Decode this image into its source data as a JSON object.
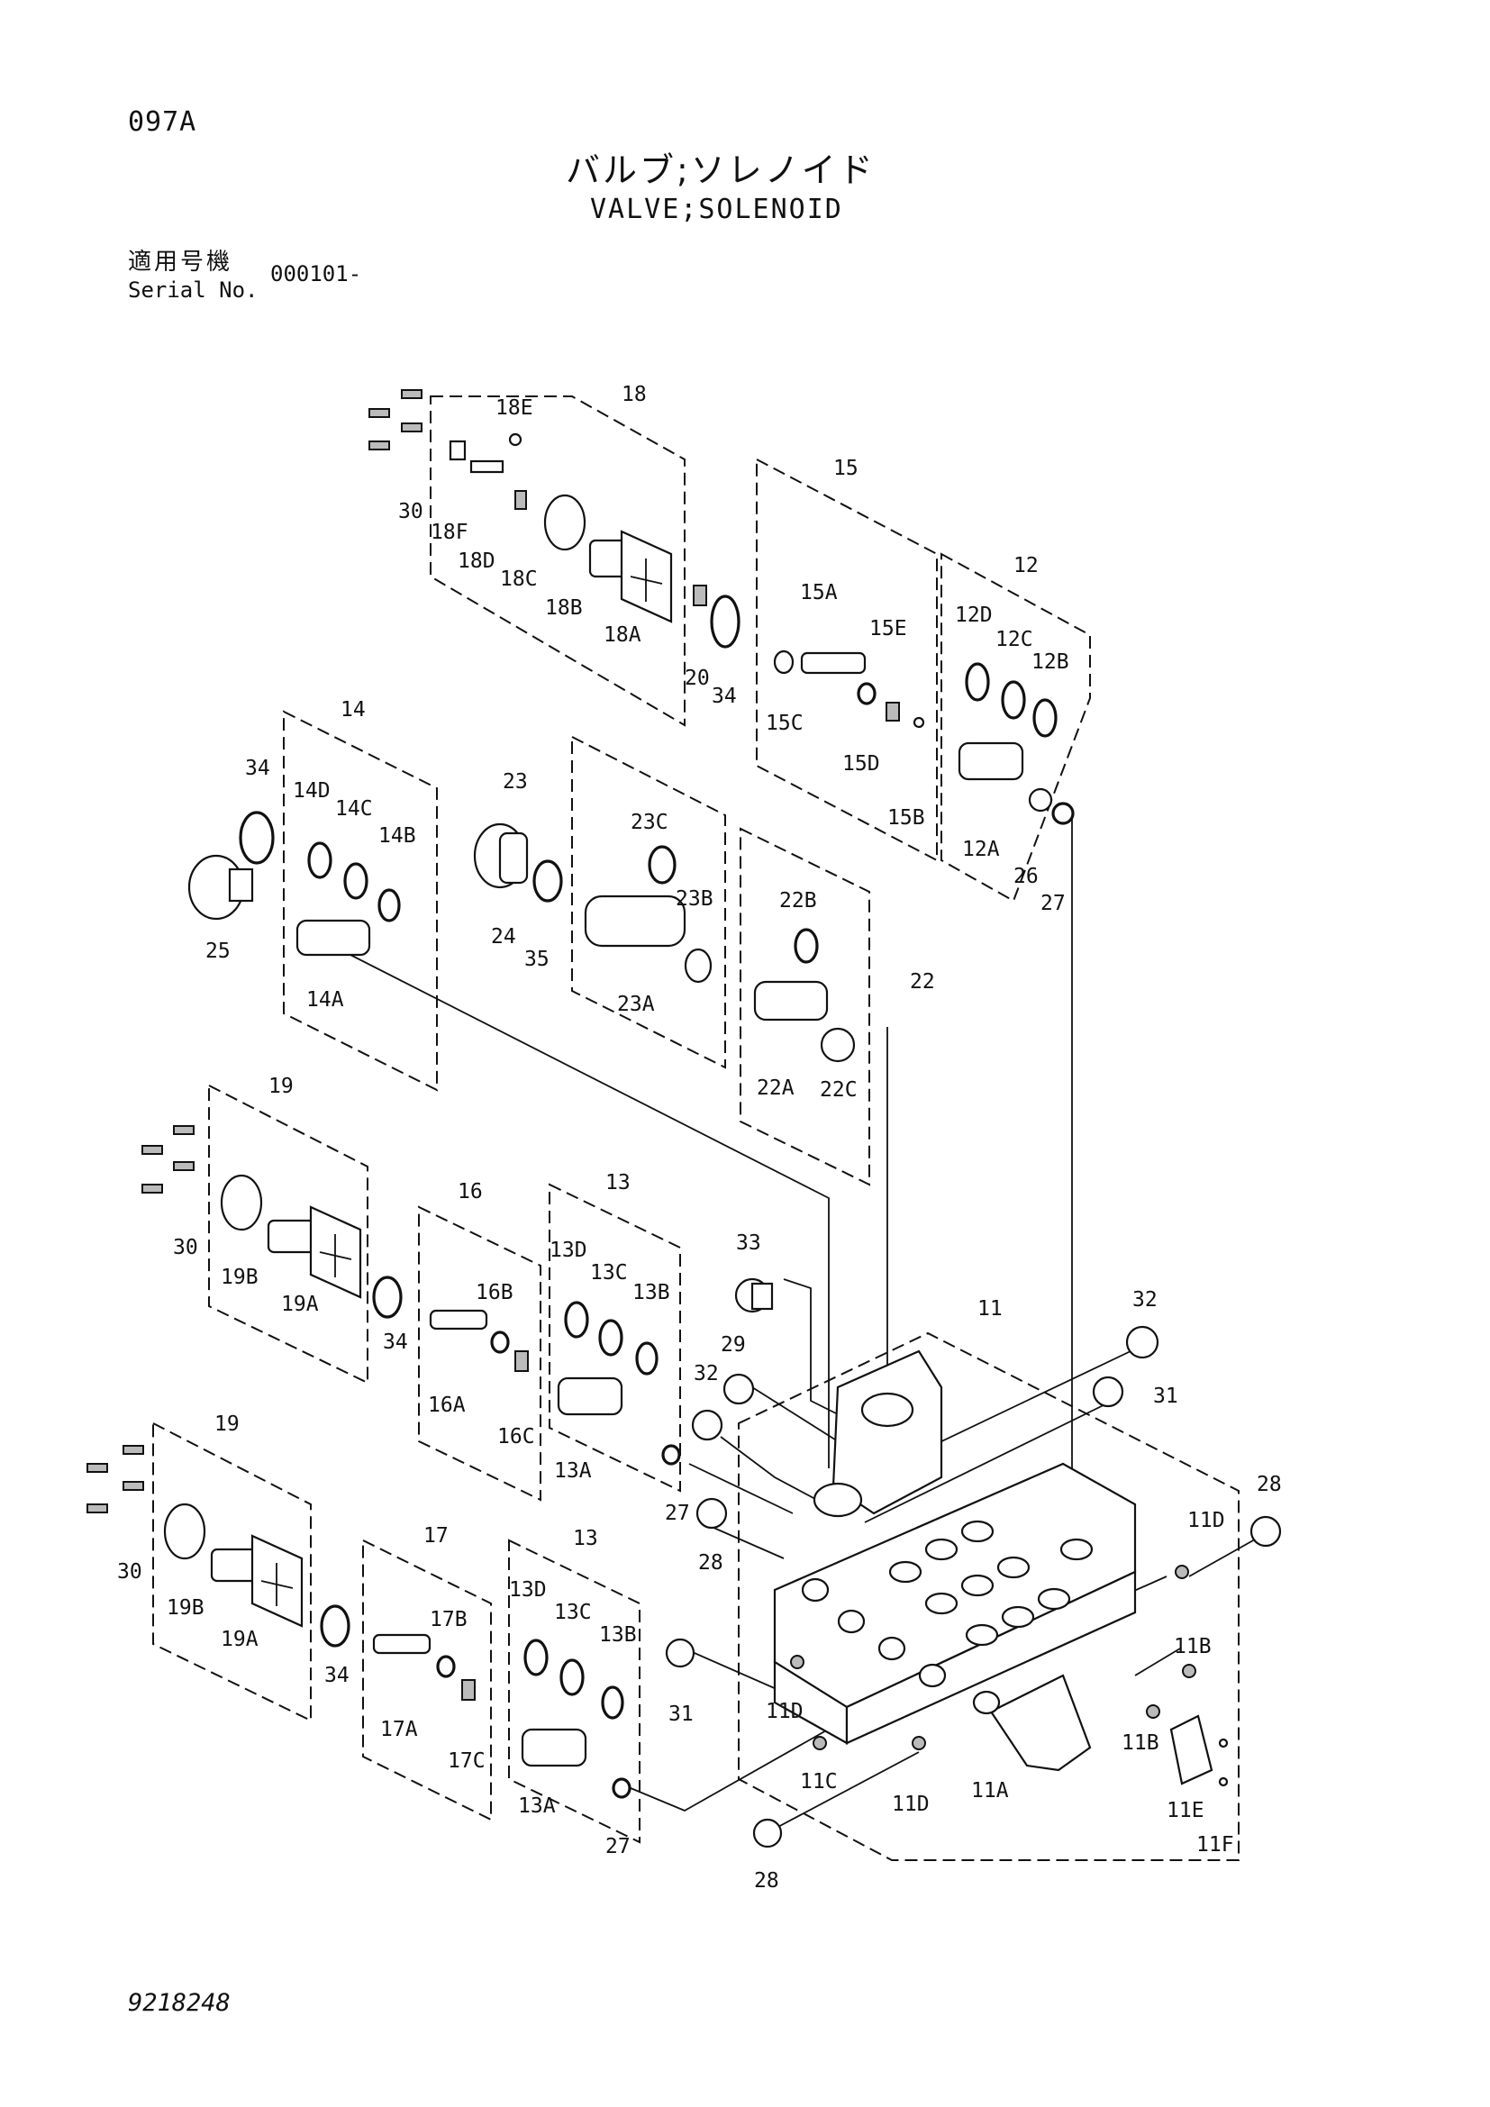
{
  "header": {
    "page_code": "097A",
    "title_jp": "バルブ;ソレノイド",
    "title_en": "VALVE;SOLENOID",
    "serial_label_jp": "適用号機",
    "serial_label_en": "Serial No.",
    "serial_value": "000101-"
  },
  "footer": {
    "drawing_number": "9218248"
  },
  "diagram": {
    "part_labels": {
      "l18": "18",
      "l18E": "18E",
      "l18F": "18F",
      "l18D": "18D",
      "l18C": "18C",
      "l18B": "18B",
      "l18A": "18A",
      "l30a": "30",
      "l20": "20",
      "l34a": "34",
      "l15": "15",
      "l15A": "15A",
      "l15E": "15E",
      "l15C": "15C",
      "l15D": "15D",
      "l15B": "15B",
      "l12": "12",
      "l12D": "12D",
      "l12C": "12C",
      "l12B": "12B",
      "l12A": "12A",
      "l26": "26",
      "l27a": "27",
      "l14": "14",
      "l14D": "14D",
      "l14C": "14C",
      "l14B": "14B",
      "l14A": "14A",
      "l34b": "34",
      "l25": "25",
      "l23": "23",
      "l23C": "23C",
      "l23B": "23B",
      "l23A": "23A",
      "l24": "24",
      "l35": "35",
      "l22": "22",
      "l22B": "22B",
      "l22A": "22A",
      "l22C": "22C",
      "l19a": "19",
      "l19Ba": "19B",
      "l19Aa": "19A",
      "l30b": "30",
      "l34c": "34",
      "l16": "16",
      "l16B": "16B",
      "l16A": "16A",
      "l16C": "16C",
      "l13a": "13",
      "l13Da": "13D",
      "l13Ca": "13C",
      "l13Ba": "13B",
      "l13Aa": "13A",
      "l27b": "27",
      "l33": "33",
      "l29": "29",
      "l32a": "32",
      "l32b": "32",
      "l31a": "31",
      "l28a": "28",
      "l28b": "28",
      "l11": "11",
      "l11D1": "11D",
      "l11B1": "11B",
      "l11B2": "11B",
      "l11E": "11E",
      "l11F": "11F",
      "l11A": "11A",
      "l11D2": "11D",
      "l11C": "11C",
      "l11D3": "11D",
      "l31b": "31",
      "l28c": "28",
      "l19b": "19",
      "l19Bb": "19B",
      "l19Ab": "19A",
      "l30c": "30",
      "l34d": "34",
      "l17": "17",
      "l17B": "17B",
      "l17A": "17A",
      "l17C": "17C",
      "l13b": "13",
      "l13Db": "13D",
      "l13Cb": "13C",
      "l13Bb": "13B",
      "l13Ab": "13A",
      "l27c": "27"
    }
  }
}
